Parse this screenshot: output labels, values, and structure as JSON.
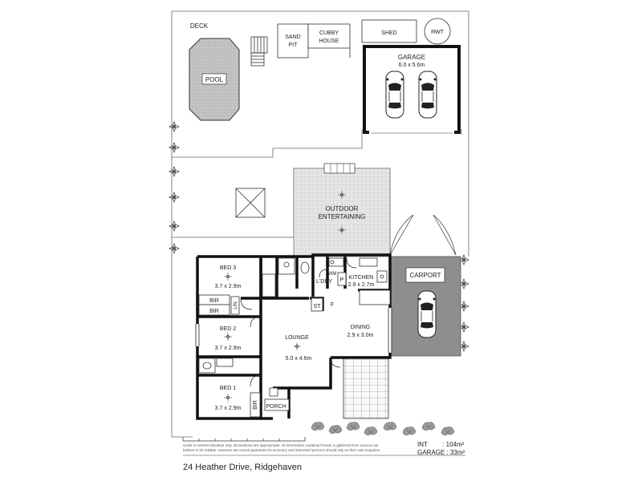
{
  "outdoor": {
    "deck": "DECK",
    "pool": "POOL",
    "sandpit_line1": "SAND",
    "sandpit_line2": "PIT",
    "cubby_line1": "CUBBY",
    "cubby_line2": "HOUSE",
    "shed": "SHED",
    "rwt": "RWT",
    "garage_title": "GARAGE",
    "garage_dims": "6.0 x 5.6m",
    "outdoor_line1": "OUTDOOR",
    "outdoor_line2": "ENTERTAINING",
    "carport": "CARPORT"
  },
  "rooms": {
    "bed3": {
      "name": "BED 3",
      "dims": "3.7 x 2.9m"
    },
    "bed2": {
      "name": "BED 2",
      "dims": "3.7 x 2.9m"
    },
    "bed1": {
      "name": "BED 1",
      "dims": "3.7 x 2.9m"
    },
    "bir": "BIR",
    "lin": "LIN",
    "wm": "WM",
    "laundry": "L'DRY",
    "pantry": "P",
    "fridge": "F",
    "store": "ST",
    "kitchen": {
      "name": "KITCHEN",
      "dims": "2.9 x 2.7m"
    },
    "dining": {
      "name": "DINING",
      "dims": "2.9 x 3.0m"
    },
    "lounge": {
      "name": "LOUNGE",
      "dims": "5.0 x 4.6m"
    },
    "porch": "PORCH"
  },
  "footer": {
    "disclaimer_line1": "Scale in metres:Indicative only. Dimensions are approximate. All information contained herein is gathered from sources we",
    "disclaimer_line2": "believe to be reliable. However we cannot guarantee its accuracy and interested persons should rely on their own enquiries",
    "int_label": "INT",
    "int_value": ": 104m²",
    "garage_label": "GARAGE",
    "garage_value": ": 33m²",
    "address": "24 Heather Drive, Ridgehaven"
  },
  "colors": {
    "wall": "#111111",
    "pool_fill": "#bdbdbd",
    "carport_fill": "#8e8e8e",
    "outdoor_fill": "#e3e3e3",
    "boundary": "#555555"
  }
}
